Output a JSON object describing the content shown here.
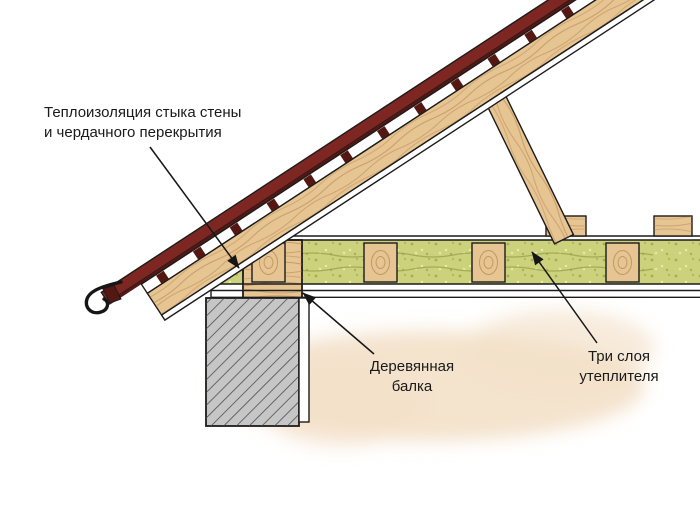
{
  "diagram": {
    "labels": {
      "junction": {
        "line1": "Теплоизоляция стыка стены",
        "line2": "и чердачного перекрытия"
      },
      "beam": {
        "line1": "Деревянная",
        "line2": "балка"
      },
      "insulation": {
        "line1": "Три слоя",
        "line2": "утеплителя"
      }
    },
    "colors": {
      "roofing": "#7e2622",
      "roofing_dark": "#551712",
      "wood": "#e7c593",
      "wood_grain": "#a9793f",
      "insulation": "#ccd17b",
      "insulation_line": "#9aa04d",
      "wall": "#c6c6c6",
      "blob": "#f3e0c8",
      "outline": "#1c1c1c"
    }
  }
}
